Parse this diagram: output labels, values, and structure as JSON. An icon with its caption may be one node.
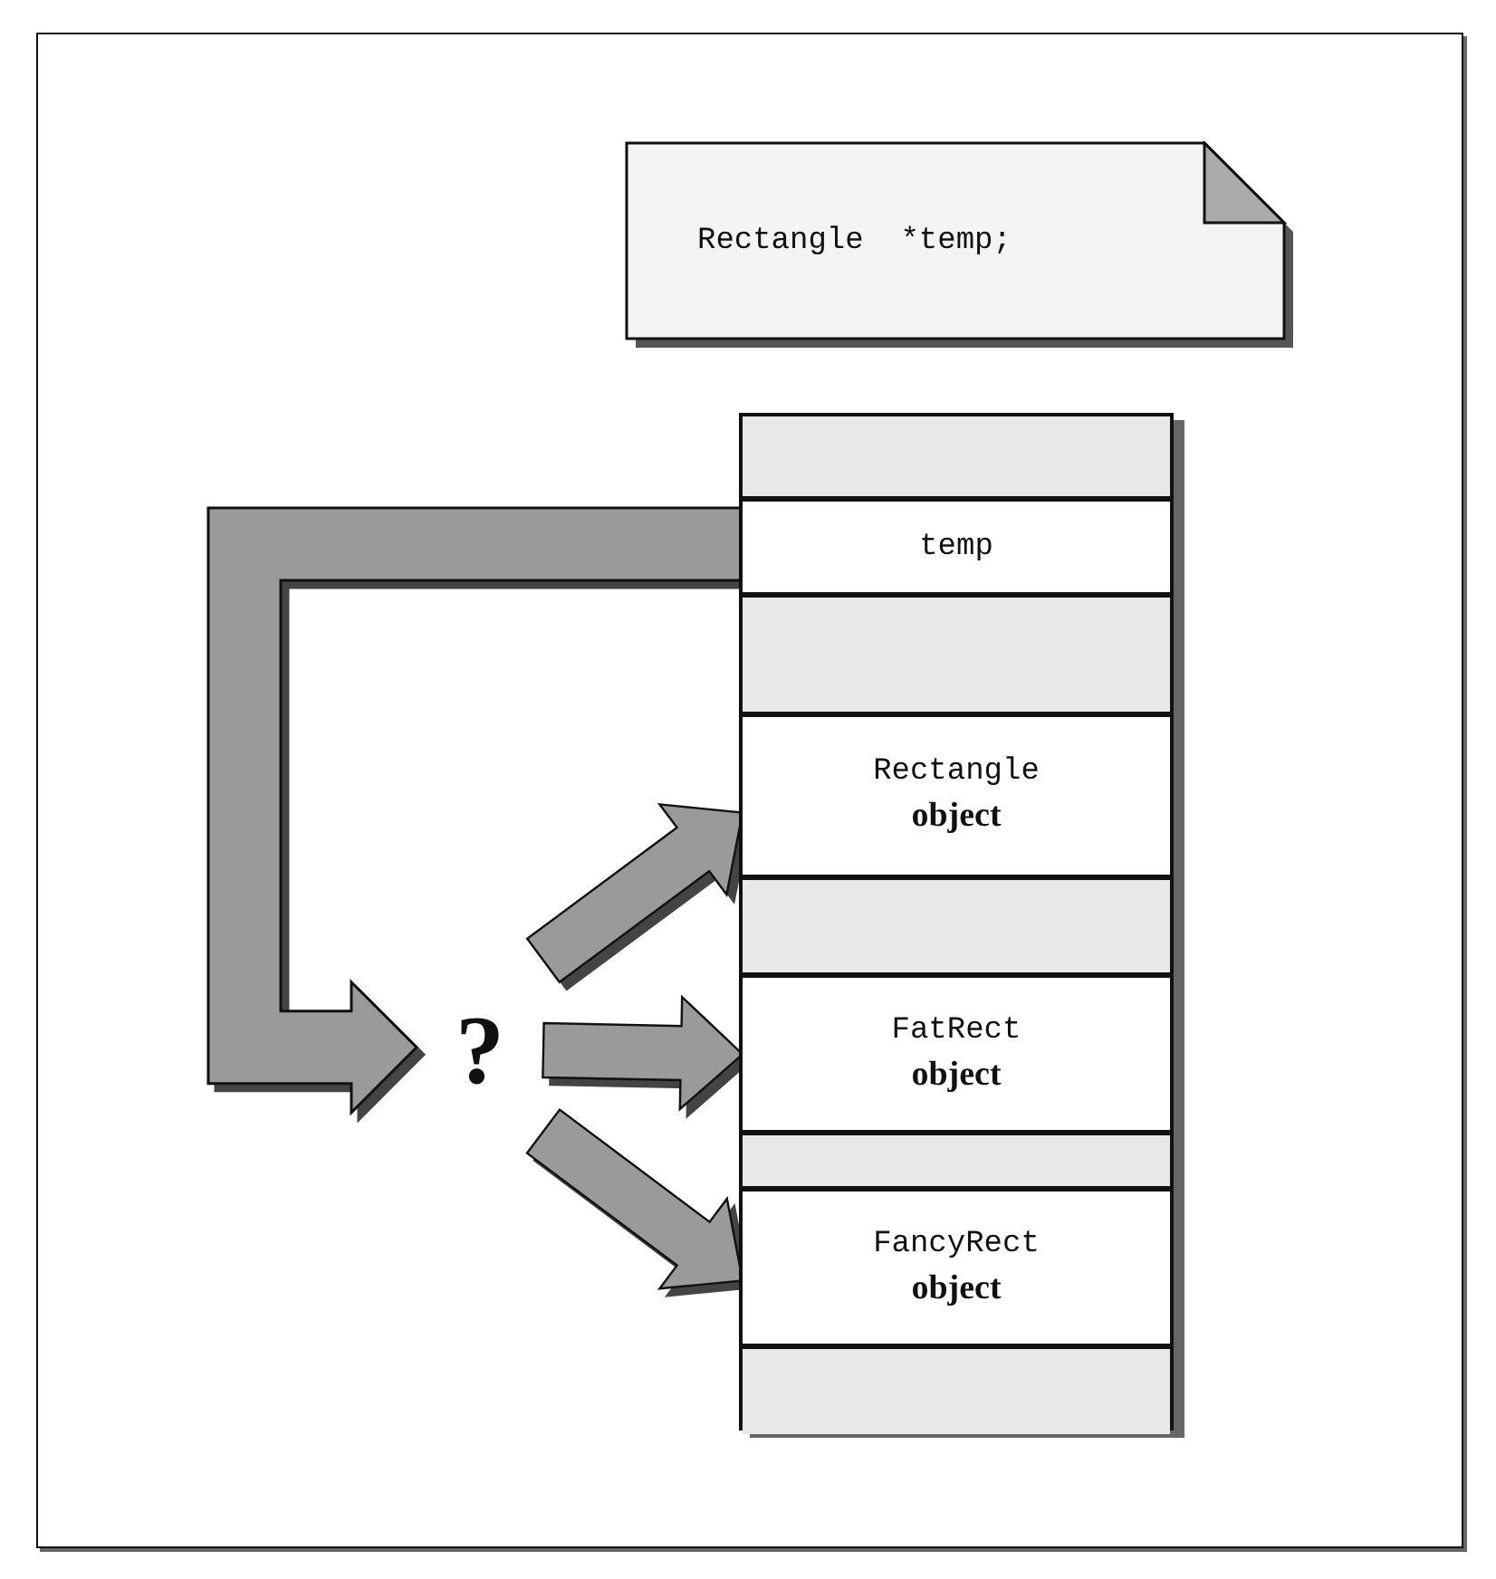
{
  "diagram": {
    "nodes": [
      {
        "text": [
          "Rectangle  *temp;"
        ]
      },
      {
        "text": [],
        "shape": "box"
      },
      {
        "text": [],
        "shape": "box",
        "in": 1
      },
      {
        "text": [
          "temp"
        ],
        "in": 1
      },
      {
        "text": [],
        "shape": "box",
        "in": 1
      },
      {
        "text": [
          "Rectangle",
          "object"
        ],
        "in": 1
      },
      {
        "text": [],
        "shape": "box",
        "in": 1
      },
      {
        "text": [
          "FatRect",
          "object"
        ],
        "in": 1
      },
      {
        "text": [],
        "shape": "box",
        "in": 1
      },
      {
        "text": [
          "FancyRect",
          "object"
        ],
        "in": 1
      },
      {
        "text": [],
        "shape": "box",
        "in": 1
      },
      {
        "text": [
          "?"
        ]
      }
    ],
    "edges": [
      {
        "from": 3,
        "to": 11,
        "arrow": "to",
        "style": "thick"
      },
      {
        "from": 11,
        "to": 5,
        "arrow": "to"
      },
      {
        "from": 11,
        "to": 7,
        "arrow": "to"
      },
      {
        "from": 11,
        "to": 9,
        "arrow": "to"
      }
    ]
  }
}
